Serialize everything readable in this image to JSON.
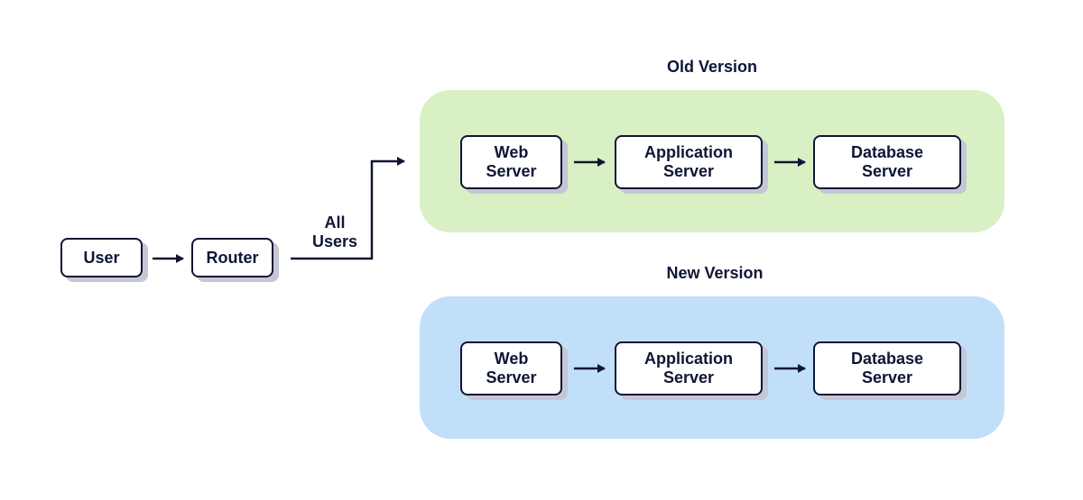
{
  "diagram": {
    "colors": {
      "old_group_fill": "#d9f0c4",
      "new_group_fill": "#c2dffa",
      "ink": "#0f1535",
      "node_shadow": "#c4c7d4"
    },
    "entry": {
      "user": "User",
      "router": "Router",
      "edge_label": "All\nUsers"
    },
    "old_version": {
      "title": "Old Version",
      "web_server": "Web\nServer",
      "app_server": "Application\nServer",
      "db_server": "Database\nServer"
    },
    "new_version": {
      "title": "New Version",
      "web_server": "Web\nServer",
      "app_server": "Application\nServer",
      "db_server": "Database\nServer"
    }
  }
}
